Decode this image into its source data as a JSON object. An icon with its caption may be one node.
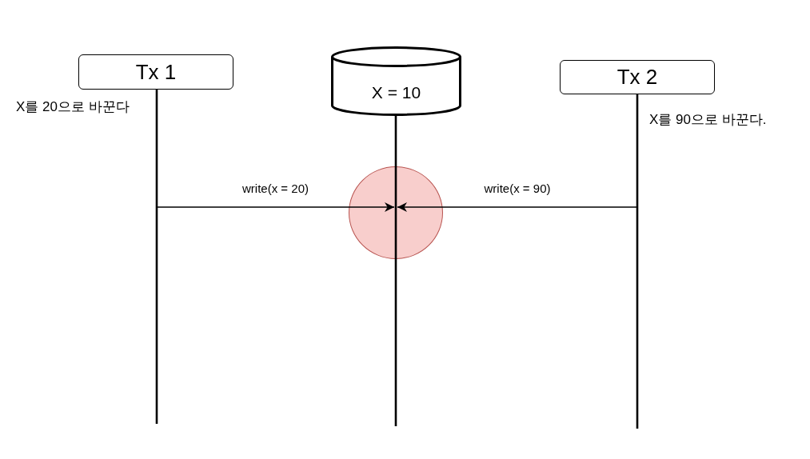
{
  "diagram": {
    "nodes": [
      {
        "text": [
          "Tx 1"
        ]
      },
      {
        "text": [
          "X = 10"
        ]
      },
      {
        "text": [
          "Tx 2"
        ]
      },
      {
        "text": [],
        "shape": "line"
      },
      {
        "text": [],
        "shape": "line"
      },
      {
        "text": [],
        "shape": "line"
      }
    ],
    "labels": [
      "X를 20으로 바꾼다",
      "X를 90으로 바꾼다."
    ],
    "edges": [
      {
        "from": 3,
        "to": 4,
        "arrow": "to",
        "label": "write(x = 20)"
      },
      {
        "from": 5,
        "to": 4,
        "arrow": "to",
        "label": "write(x = 90)"
      }
    ]
  }
}
